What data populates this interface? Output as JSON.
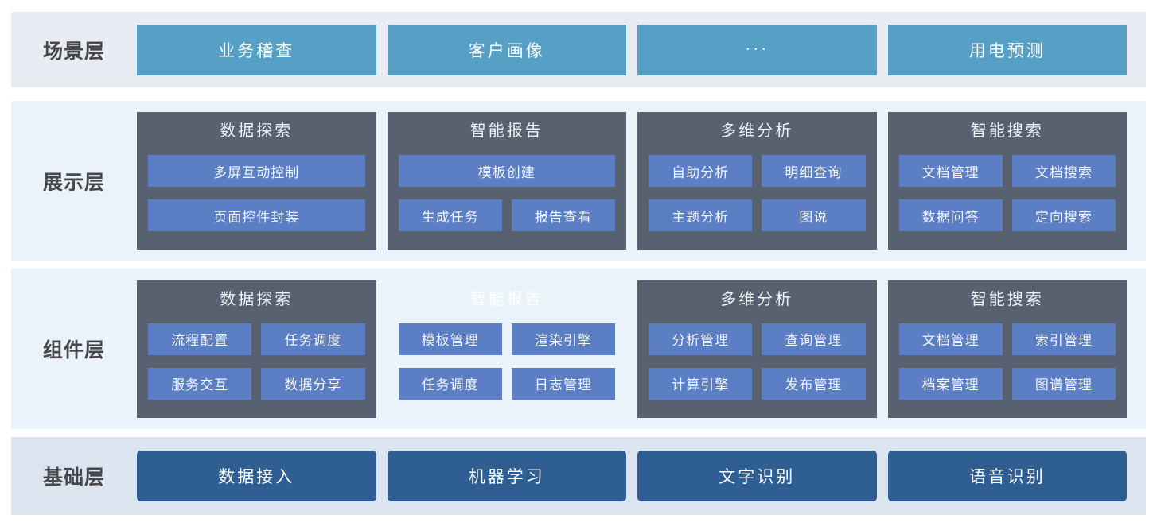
{
  "colors": {
    "page-bg": "#ffffff",
    "band-scene-bg": "#e8ebf2",
    "band-mid-bg": "#eaf2fa",
    "band-base-bg": "#dbe4ef",
    "scene-box-bg": "#57a0c5",
    "group-bg": "#57616f",
    "item-bg": "#5b7ec4",
    "base-box-bg": "#2f5f92",
    "label-color": "#48484c",
    "box-text-color": "#fcfdfe",
    "faint-title-color": "#ffffff"
  },
  "layers": [
    {
      "id": "scene",
      "label": "场景层",
      "boxes": [
        "业务稽查",
        "客户画像",
        "···",
        "用电预测"
      ]
    },
    {
      "id": "presentation",
      "label": "展示层",
      "groups": [
        {
          "title": "数据探索",
          "dark": true,
          "rows": [
            [
              "多屏互动控制"
            ],
            [
              "页面控件封装"
            ]
          ]
        },
        {
          "title": "智能报告",
          "dark": true,
          "rows": [
            [
              "模板创建"
            ],
            [
              "生成任务",
              "报告查看"
            ]
          ]
        },
        {
          "title": "多维分析",
          "dark": true,
          "rows": [
            [
              "自助分析",
              "明细查询"
            ],
            [
              "主题分析",
              "图说"
            ]
          ]
        },
        {
          "title": "智能搜索",
          "dark": true,
          "rows": [
            [
              "文档管理",
              "文档搜索"
            ],
            [
              "数据问答",
              "定向搜索"
            ]
          ]
        }
      ]
    },
    {
      "id": "component",
      "label": "组件层",
      "groups": [
        {
          "title": "数据探索",
          "dark": true,
          "rows": [
            [
              "流程配置",
              "任务调度"
            ],
            [
              "服务交互",
              "数据分享"
            ]
          ]
        },
        {
          "title": "智能报告",
          "dark": false,
          "rows": [
            [
              "模板管理",
              "渲染引擎"
            ],
            [
              "任务调度",
              "日志管理"
            ]
          ]
        },
        {
          "title": "多维分析",
          "dark": true,
          "rows": [
            [
              "分析管理",
              "查询管理"
            ],
            [
              "计算引擎",
              "发布管理"
            ]
          ]
        },
        {
          "title": "智能搜索",
          "dark": true,
          "rows": [
            [
              "文档管理",
              "索引管理"
            ],
            [
              "档案管理",
              "图谱管理"
            ]
          ]
        }
      ]
    },
    {
      "id": "base",
      "label": "基础层",
      "boxes": [
        "数据接入",
        "机器学习",
        "文字识别",
        "语音识别"
      ]
    }
  ]
}
